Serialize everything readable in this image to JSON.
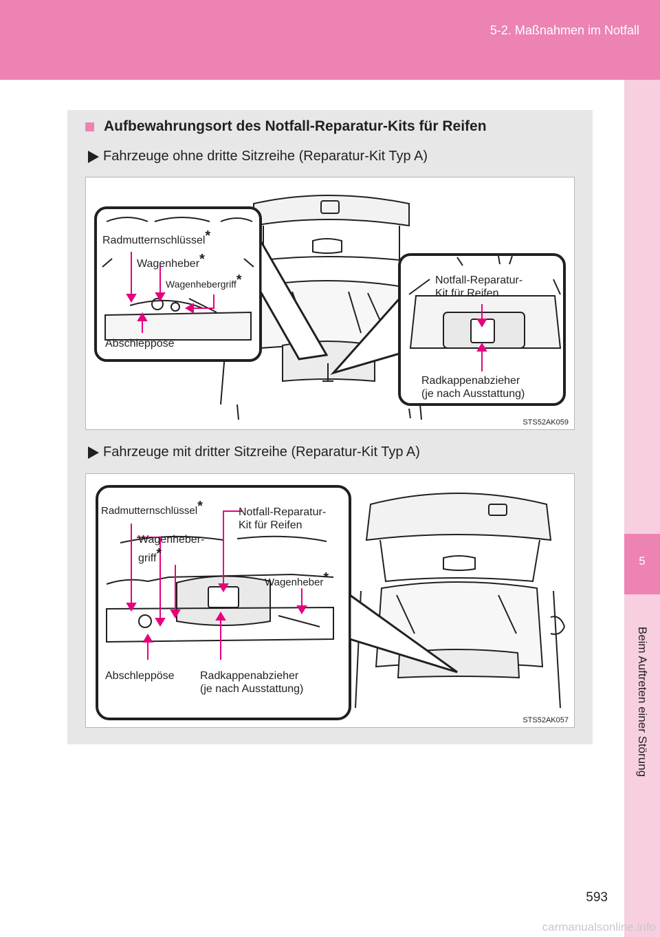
{
  "header": {
    "section": "5-2. Maßnahmen im Notfall"
  },
  "side_tab": {
    "number": "5",
    "label": "Beim Auftreten einer Störung"
  },
  "heading": "Aufbewahrungsort des Notfall-Reparatur-Kits für Reifen",
  "case_a": {
    "title": "Fahrzeuge ohne dritte Sitzreihe (Reparatur-Kit Typ A)",
    "figure_code": "STS52AK059",
    "labels": {
      "wrench": "Radmutternschlüssel",
      "jack": "Wagenheber",
      "jack_handle": "Wagenhebergriff",
      "tow_eye": "Abschleppöse",
      "kit_line1": "Notfall-Reparatur-",
      "kit_line2": "Kit für Reifen",
      "cap_line1": "Radkappenabzieher",
      "cap_line2": "(je nach Ausstattung)"
    }
  },
  "case_b": {
    "title": "Fahrzeuge mit dritter Sitzreihe (Reparatur-Kit Typ A)",
    "figure_code": "STS52AK057",
    "labels": {
      "wrench": "Radmutternschlüssel",
      "kit_line1": "Notfall-Reparatur-",
      "kit_line2": "Kit für Reifen",
      "handle_line1": "Wagenheber-",
      "handle_line2": "griff",
      "jack": "Wagenheber",
      "tow_eye": "Abschleppöse",
      "cap_line1": "Radkappenabzieher",
      "cap_line2": "(je nach Ausstattung)"
    }
  },
  "asterisk": "*",
  "page_number": "593",
  "watermark": "carmanualsonline.info",
  "colors": {
    "accent": "#ec83b3",
    "accent_light": "#f7cfe1",
    "callout": "#e6007e",
    "box": "#e7e7e8"
  }
}
